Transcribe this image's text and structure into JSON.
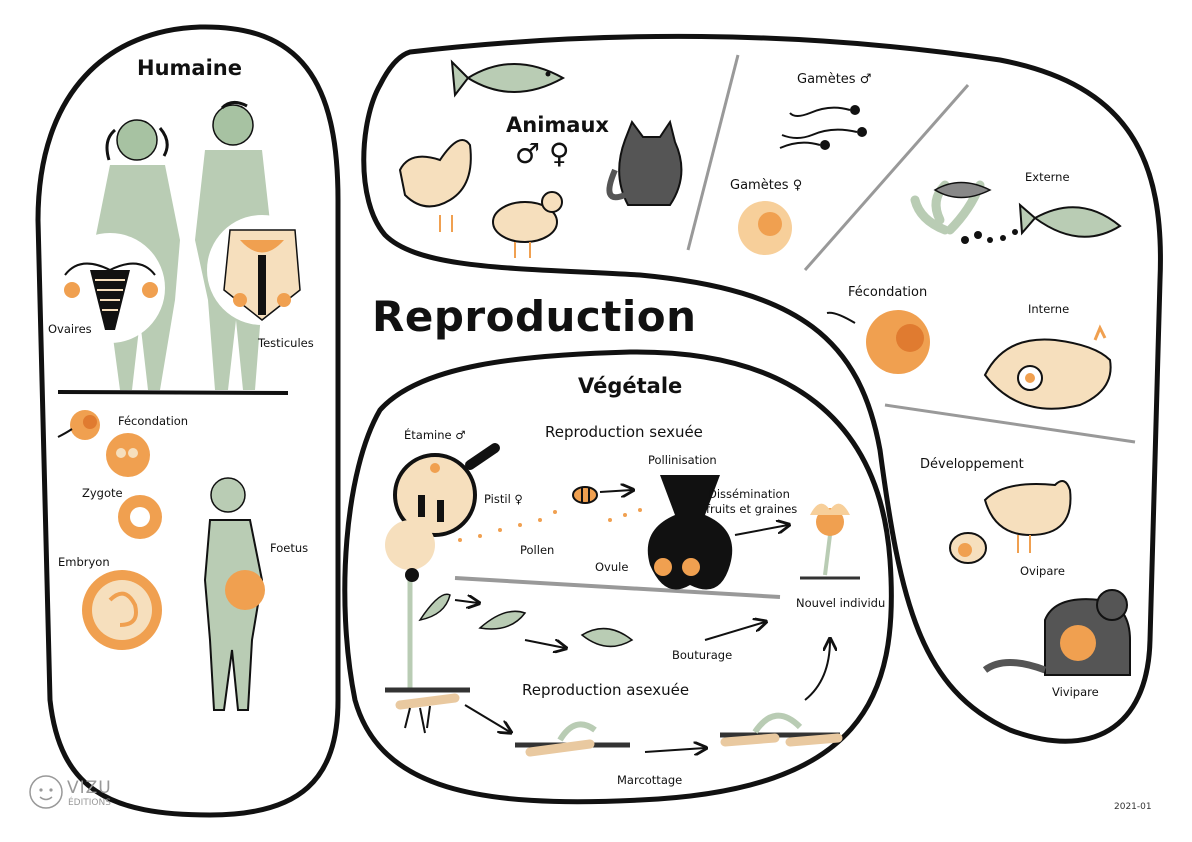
{
  "title": "Reproduction",
  "palette": {
    "sage": "#b9ccb4",
    "sage_dark": "#8fae8a",
    "orange": "#f0a050",
    "orange_light": "#f7cf9a",
    "peach": "#f6dfbd",
    "ink": "#111111",
    "grey": "#999999"
  },
  "humaine": {
    "title": "Humaine",
    "ovaires": "Ovaires",
    "testicules": "Testicules",
    "fecondation": "Fécondation",
    "zygote": "Zygote",
    "embryon": "Embryon",
    "foetus": "Foetus"
  },
  "animaux": {
    "title": "Animaux",
    "symbols": "♂ ♀",
    "gametes_m": "Gamètes ♂",
    "gametes_f": "Gamètes ♀",
    "fecondation": "Fécondation",
    "externe": "Externe",
    "interne": "Interne",
    "developpement": "Développement",
    "ovipare": "Ovipare",
    "vivipare": "Vivipare"
  },
  "vegetale": {
    "title": "Végétale",
    "sexuee": "Reproduction sexuée",
    "etamine": "Étamine ♂",
    "pistil": "Pistil ♀",
    "pollen": "Pollen",
    "pollinisation": "Pollinisation",
    "dissemination_1": "Dissémination",
    "dissemination_2": "fruits et graines",
    "ovule": "Ovule",
    "nouvel_individu": "Nouvel individu",
    "bouturage": "Bouturage",
    "asexuee": "Reproduction asexuée",
    "marcottage": "Marcottage"
  },
  "logo": {
    "name": "VIZU",
    "sub": "ÉDITIONS"
  },
  "version": "2021-01"
}
